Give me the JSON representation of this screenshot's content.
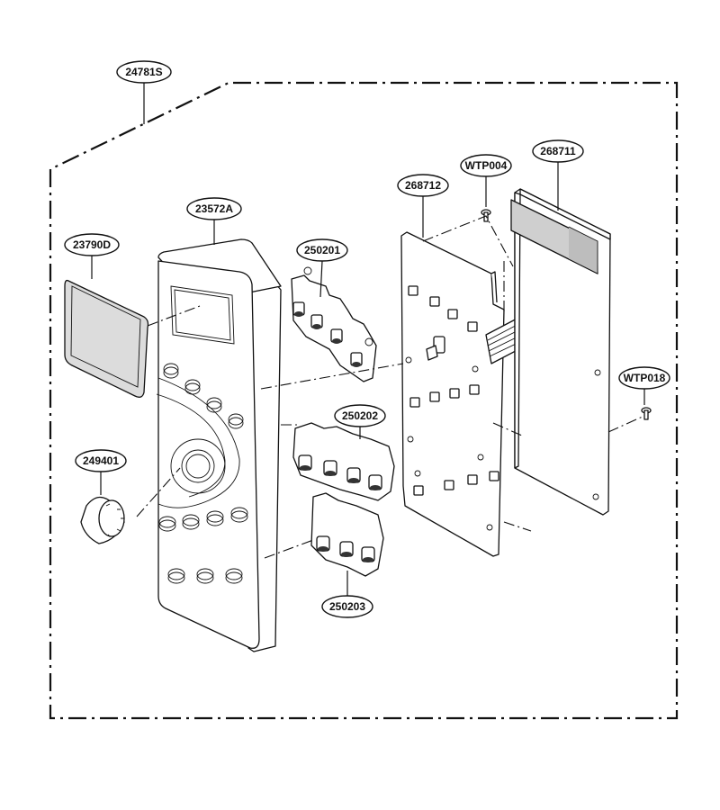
{
  "labels": {
    "assembly": "24781S",
    "window": "23790D",
    "front_panel": "23572A",
    "knob": "249401",
    "keypad_top": "250201",
    "keypad_middle": "250202",
    "keypad_bottom": "250203",
    "screw_top": "WTP004",
    "screw_right": "WTP018",
    "pcb": "268712",
    "membrane": "268711"
  }
}
